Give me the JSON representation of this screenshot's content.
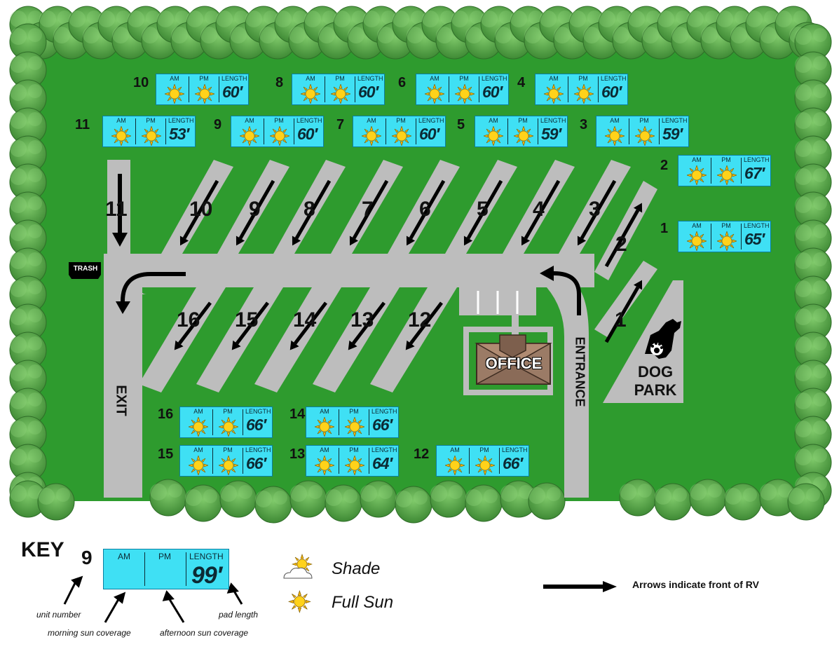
{
  "units": [
    {
      "id": "10",
      "am": "sun",
      "pm": "sun",
      "length": "60′"
    },
    {
      "id": "8",
      "am": "sun",
      "pm": "sun",
      "length": "60′"
    },
    {
      "id": "6",
      "am": "sun",
      "pm": "sun",
      "length": "60′"
    },
    {
      "id": "4",
      "am": "sun",
      "pm": "sun",
      "length": "60′"
    },
    {
      "id": "11",
      "am": "sun",
      "pm": "sun",
      "length": "53′"
    },
    {
      "id": "9",
      "am": "sun",
      "pm": "sun",
      "length": "60′"
    },
    {
      "id": "7",
      "am": "sun",
      "pm": "sun",
      "length": "60′"
    },
    {
      "id": "5",
      "am": "sun",
      "pm": "sun",
      "length": "59′"
    },
    {
      "id": "3",
      "am": "sun",
      "pm": "sun",
      "length": "59′"
    },
    {
      "id": "2",
      "am": "sun",
      "pm": "sun",
      "length": "67′"
    },
    {
      "id": "1",
      "am": "sun",
      "pm": "sun",
      "length": "65′"
    },
    {
      "id": "16",
      "am": "sun",
      "pm": "sun",
      "length": "66′"
    },
    {
      "id": "14",
      "am": "sun",
      "pm": "sun",
      "length": "66′"
    },
    {
      "id": "15",
      "am": "sun",
      "pm": "sun",
      "length": "66′"
    },
    {
      "id": "13",
      "am": "sun",
      "pm": "sun",
      "length": "64′"
    },
    {
      "id": "12",
      "am": "sun",
      "pm": "sun",
      "length": "66′"
    }
  ],
  "card_labels": {
    "am": "AM",
    "pm": "PM",
    "length": "LENGTH"
  },
  "map_labels": {
    "trash": "TRASH",
    "exit": "EXIT",
    "entrance": "ENTRANCE",
    "office": "OFFICE",
    "dog_park_line1": "DOG",
    "dog_park_line2": "PARK"
  },
  "slot_numbers": [
    "11",
    "10",
    "9",
    "8",
    "7",
    "6",
    "5",
    "4",
    "3",
    "2",
    "1",
    "16",
    "15",
    "14",
    "13",
    "12"
  ],
  "key": {
    "title": "KEY",
    "example_unit": "9",
    "example_am_label": "AM",
    "example_pm_label": "PM",
    "example_length_label": "LENGTH",
    "example_length": "99′",
    "note_unit": "unit number",
    "note_morning": "morning sun coverage",
    "note_afternoon": "afternoon sun coverage",
    "note_pad": "pad length",
    "legend_shade": "Shade",
    "legend_full_sun": "Full Sun",
    "arrow_note": "Arrows indicate front of RV"
  },
  "colors": {
    "grass": "#2e9b2e",
    "road": "#bdbdbd",
    "card": "#3fe0f4",
    "hedge": "#5aa84a",
    "office_roof": "#9b7b66"
  }
}
